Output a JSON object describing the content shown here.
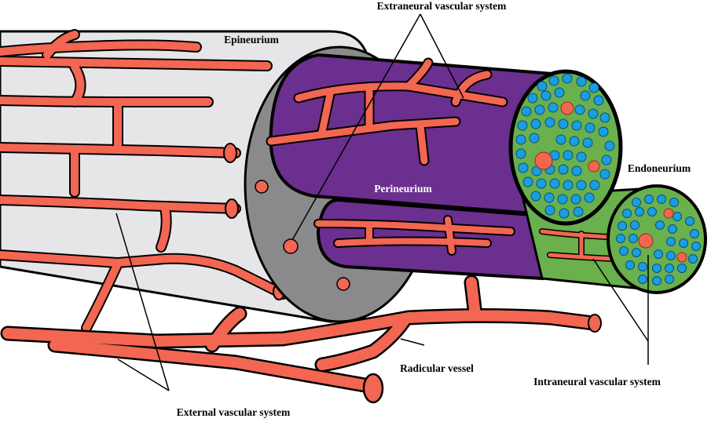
{
  "labels": {
    "extraneural": "Extraneural vascular system",
    "epineurium": "Epineurium",
    "endoneurium": "Endoneurium",
    "perineurium": "Perineurium",
    "radicular": "Radicular vessel",
    "intraneural": "Intraneural vascular system",
    "external": "External vascular system"
  },
  "colors": {
    "vessel": "#f26652",
    "epineurium": "#e6e6e8",
    "epineurium_ring": "#8a8a8c",
    "perineurium": "#6b2f8f",
    "endoneurium": "#6ab04c",
    "axon": "#1a9ee0",
    "outline": "#000000"
  }
}
